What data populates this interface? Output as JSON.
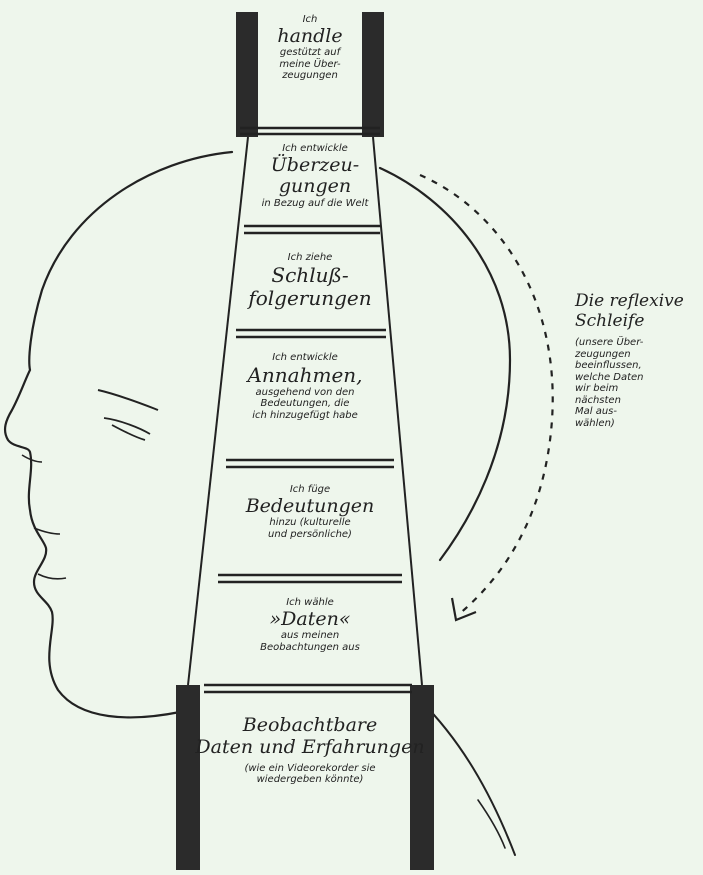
{
  "rungs": [
    {
      "lines": [
        "Ich",
        "handle",
        "gestützt auf",
        "meine Über-",
        "zeugungen"
      ]
    },
    {
      "lines": [
        "Ich entwickle",
        "Überzeu-",
        "gungen",
        "in Bezug auf die Welt"
      ]
    },
    {
      "lines": [
        "Ich ziehe",
        "Schluß-",
        "folgerungen"
      ]
    },
    {
      "lines": [
        "Ich entwickle",
        "Annahmen,",
        "ausgehend von den",
        "Bedeutungen, die",
        "ich hinzugefügt habe"
      ]
    },
    {
      "lines": [
        "Ich füge",
        "Bedeutungen",
        "hinzu (kulturelle",
        "und persönliche)"
      ]
    },
    {
      "lines": [
        "Ich wähle",
        "»Daten«",
        "aus meinen",
        "Beobachtungen aus"
      ]
    }
  ],
  "base": {
    "lines": [
      "Beobachtbare",
      "Daten und Erfahrungen",
      "(wie ein Videorekorder sie",
      "wiedergeben könnte)"
    ]
  },
  "loop": {
    "title_lines": [
      "Die reflexive",
      "Schleife"
    ],
    "note_lines": [
      "(unsere Über-",
      "zeugungen",
      "beeinflussen,",
      "welche Daten",
      "wir beim",
      "nächsten",
      "Mal aus-",
      "wählen)"
    ]
  },
  "colors": {
    "background": "#eef6ec",
    "ink": "#1e1e1e",
    "rail": "#2b2b2b"
  }
}
